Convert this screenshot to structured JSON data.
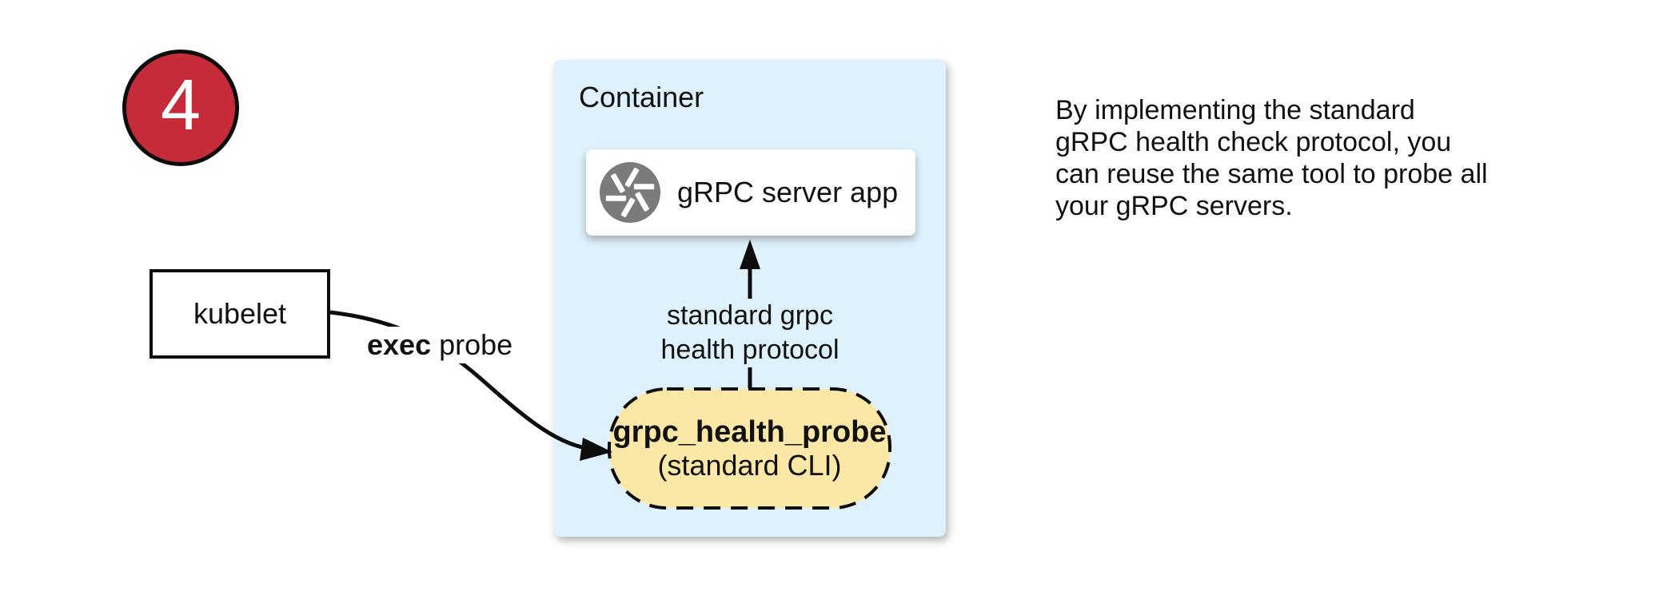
{
  "badge": {
    "number": "4"
  },
  "kubelet": {
    "label": "kubelet"
  },
  "exec_label": {
    "bold": "exec",
    "rest": " probe"
  },
  "container": {
    "title": "Container",
    "server_app": {
      "label": "gRPC server app",
      "icon": "aperture-icon"
    },
    "protocol_label": "standard grpc\nhealth protocol",
    "probe": {
      "title": "grpc_health_probe",
      "subtitle": "(standard CLI)"
    }
  },
  "note": {
    "text": "By implementing the standard\ngRPC health check protocol, you\ncan reuse the same tool to probe all\nyour gRPC servers."
  },
  "colors": {
    "container_fill": "#DFF1FC",
    "pill_fill": "#FCE8A6",
    "badge_fill": "#C62B3A",
    "icon_gray": "#7B7B7B",
    "line_black": "#0d0d0d"
  }
}
